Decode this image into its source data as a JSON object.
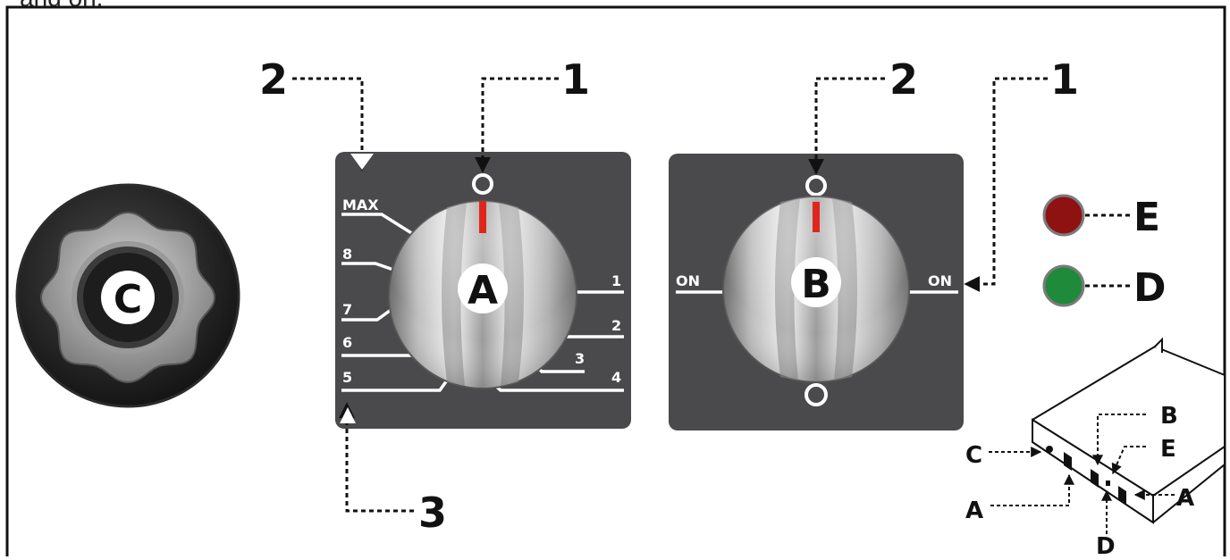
{
  "header_text": "and on.",
  "knob_a": {
    "letter": "A",
    "scale_labels": [
      "MAX",
      "8",
      "7",
      "6",
      "5",
      "1",
      "2",
      "3",
      "4"
    ]
  },
  "knob_b": {
    "letter": "B",
    "left_label": "ON",
    "right_label": "ON"
  },
  "knob_c": {
    "letter": "C"
  },
  "callouts": {
    "a_pointer": "1",
    "a_max": "2",
    "a_min": "3",
    "b_pointer": "2",
    "b_on": "1"
  },
  "lights": [
    {
      "letter": "E",
      "color": "#8e1212"
    },
    {
      "letter": "D",
      "color": "#1f8a3a"
    }
  ],
  "appliance_labels": {
    "b": "B",
    "e": "E",
    "c": "C",
    "a_left": "A",
    "a_right": "A",
    "d": "D"
  },
  "colors": {
    "panel": "#4a4a4c",
    "indicator": "#e0261c"
  }
}
